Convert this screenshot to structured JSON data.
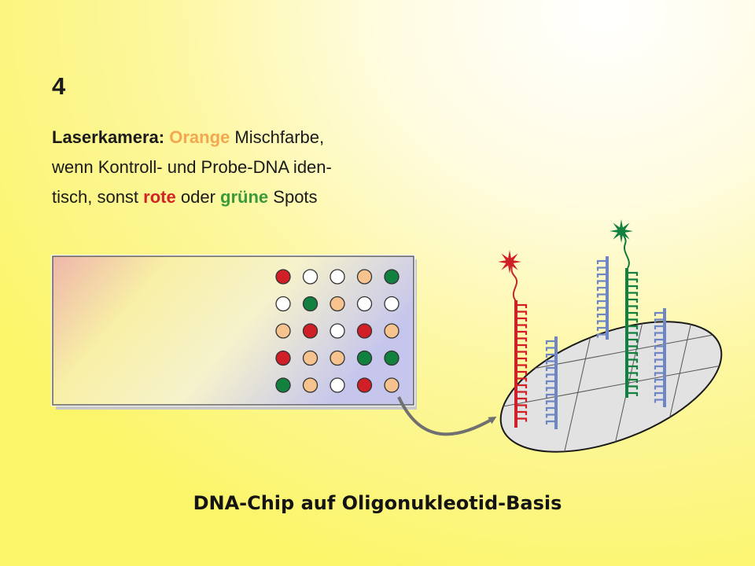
{
  "slide": {
    "step_number": "4",
    "text": {
      "line1": {
        "label": "Laserkamera:",
        "orange_word": "Orange",
        "rest": "Mischfarbe,"
      },
      "line2": "wenn Kontroll- und Probe-DNA iden-",
      "line3": {
        "start": "tisch, sonst",
        "red_word": "rote",
        "middle": "oder",
        "green_word": "grüne",
        "end": "Spots"
      }
    },
    "caption": "DNA-Chip auf Oligonukleotid-Basis"
  },
  "colors": {
    "orange": "#f2a850",
    "red": "#d32424",
    "green": "#3a9a3a",
    "spot_red": "#d01f26",
    "spot_green": "#12803e",
    "spot_orange": "#f6c38e",
    "spot_white": "#ffffff",
    "oligo_blue": "#6f86c4",
    "dark_gray": "#707070"
  },
  "spot_grid": [
    [
      "red",
      "white",
      "white",
      "orange",
      "green"
    ],
    [
      "white",
      "green",
      "orange",
      "white",
      "white"
    ],
    [
      "orange",
      "red",
      "white",
      "red",
      "orange"
    ],
    [
      "red",
      "orange",
      "orange",
      "green",
      "green"
    ],
    [
      "green",
      "orange",
      "white",
      "red",
      "orange"
    ]
  ]
}
